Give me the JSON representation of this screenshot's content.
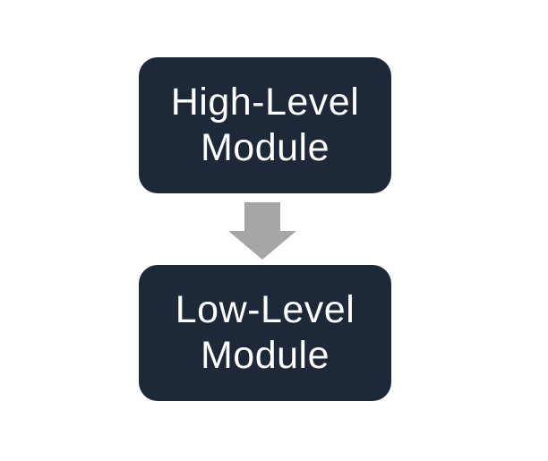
{
  "diagram": {
    "background_color": "#ffffff",
    "box_color": "#1d2838",
    "text_color": "#ffffff",
    "arrow_color": "#a6a6a6",
    "top_box": {
      "label": "High-Level Module",
      "line1": "High-Level",
      "line2": "Module"
    },
    "arrow": {
      "direction": "down",
      "from": "High-Level Module",
      "to": "Low-Level Module"
    },
    "bottom_box": {
      "label": "Low-Level Module",
      "line1": "Low-Level",
      "line2": "Module"
    }
  }
}
